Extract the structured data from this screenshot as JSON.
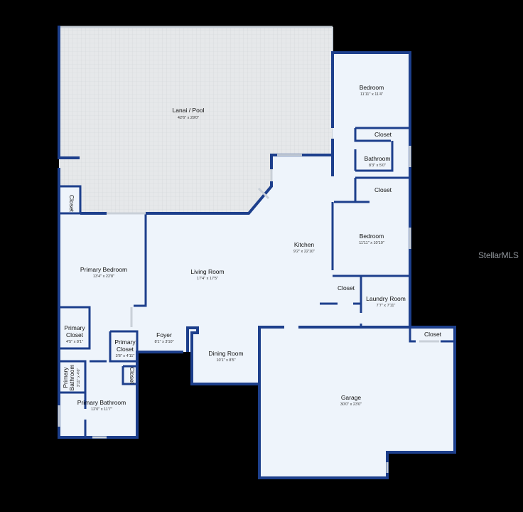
{
  "rooms": {
    "lanai": {
      "name": "Lanai / Pool",
      "dim": "42'6\" x 29'0\""
    },
    "bedroom2": {
      "name": "Bedroom",
      "dim": "11'11\" x 11'4\""
    },
    "closet_a": {
      "name": "Closet"
    },
    "bathroom": {
      "name": "Bathroom",
      "dim": "8'3\" x 5'0\""
    },
    "closet_b": {
      "name": "Closet"
    },
    "kitchen": {
      "name": "Kitchen",
      "dim": "9'2\" x 22'10\""
    },
    "bedroom3": {
      "name": "Bedroom",
      "dim": "11'11\" x 10'10\""
    },
    "closet_c": {
      "name": "Closet"
    },
    "laundry": {
      "name": "Laundry Room",
      "dim": "7'7\" x 7'11\""
    },
    "closet_d": {
      "name": "Closet"
    },
    "closet_e": {
      "name": "Closet"
    },
    "primary_bed": {
      "name": "Primary Bedroom",
      "dim": "13'4\" x 22'8\""
    },
    "living": {
      "name": "Living Room",
      "dim": "17'4\" x 17'5\""
    },
    "pcloset1": {
      "name": "Primary Closet",
      "dim": "4'5\" x 8'1\""
    },
    "pcloset2": {
      "name": "Primary Closet",
      "dim": "3'8\" x 4'11\""
    },
    "closet_f": {
      "name": "Closet"
    },
    "foyer": {
      "name": "Foyer",
      "dim": "8'1\" x 3'10\""
    },
    "dining": {
      "name": "Dining Room",
      "dim": "10'1\" x 8'5\""
    },
    "garage": {
      "name": "Garage",
      "dim": "30'0\" x 23'0\""
    },
    "pbath_small": {
      "name": "Primary Bathroom",
      "dim": "3'11\" x 4'6\""
    },
    "pbath": {
      "name": "Primary Bathroom",
      "dim": "12'0\" x 11'7\""
    }
  },
  "watermark": "StellarMLS",
  "colors": {
    "wall": "#1d3f8c",
    "floor": "#eef4fb",
    "lanai": "#e6e8ea",
    "background": "#000000"
  }
}
